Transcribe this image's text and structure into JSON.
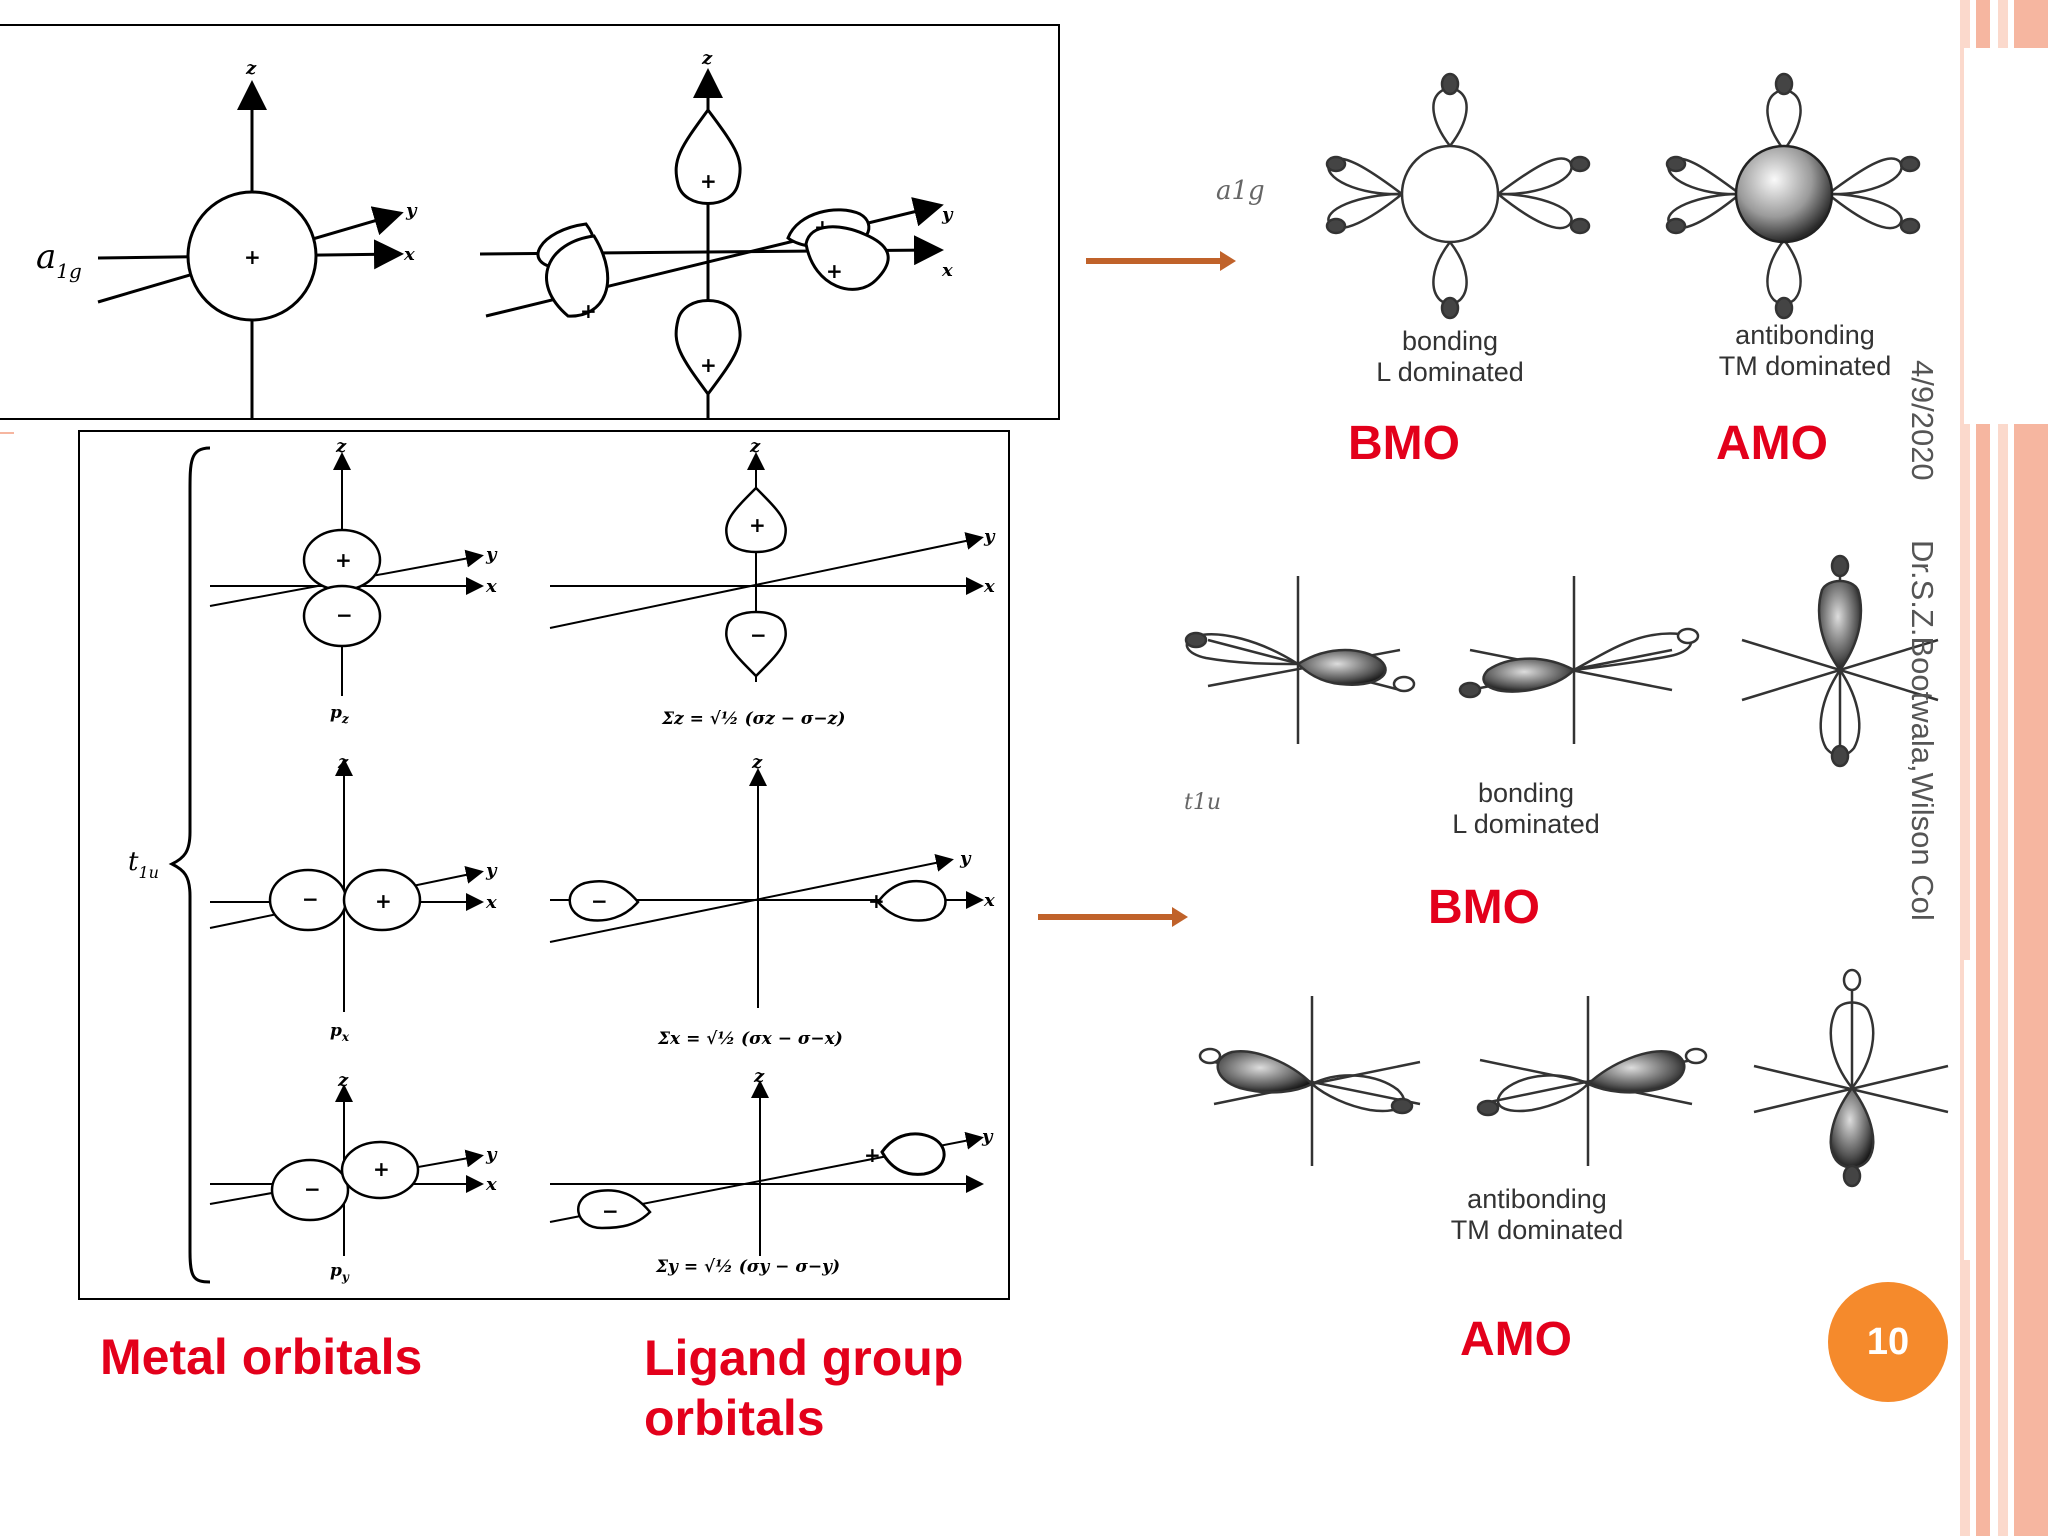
{
  "slide": {
    "date": "4/9/2020",
    "author": "Dr.S.Z.Bootwala,Wilson Col",
    "page_number": "10"
  },
  "top_panel": {
    "a1g_label": "a",
    "a1g_sub": "1g",
    "z": "z",
    "y": "y",
    "x": "x",
    "plus": "+"
  },
  "left_panel": {
    "t1u_label": "t",
    "t1u_sub": "1u",
    "z": "z",
    "y": "y",
    "x": "x",
    "plus": "+",
    "minus": "−",
    "pz": "p",
    "pz_sub": "z",
    "px": "p",
    "px_sub": "x",
    "py": "p",
    "py_sub": "y",
    "sigma_z": "Σz = √½ (σz − σ−z)",
    "sigma_x": "Σx = √½ (σx − σ−x)",
    "sigma_y": "Σy = √½ (σy − σ−y)"
  },
  "right_panel": {
    "a1g_small": "a1g",
    "t1u_small": "t1u",
    "bonding_L_1": "bonding",
    "bonding_L_2": "L dominated",
    "antibonding_TM_1": "antibonding",
    "antibonding_TM_2": "TM dominated"
  },
  "labels": {
    "bmo_top": "BMO",
    "amo_top": "AMO",
    "bmo_mid": "BMO",
    "amo_bottom": "AMO",
    "metal_orbitals": "Metal orbitals",
    "ligand_group_1": "Ligand group",
    "ligand_group_2": "orbitals"
  },
  "colors": {
    "label_red": "#e3001b",
    "arrow": "#c0622a",
    "badge": "#f58a2c",
    "stripe_light": "#fbd9cc",
    "stripe_mid": "#f6b6a0"
  }
}
